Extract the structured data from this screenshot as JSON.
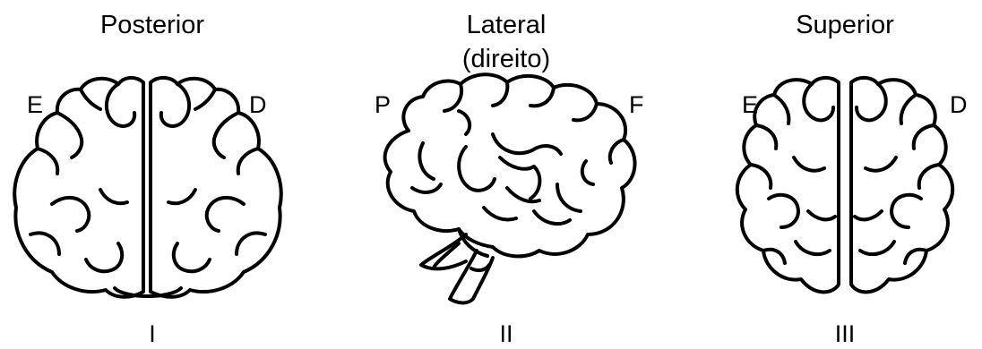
{
  "panels": [
    {
      "title": "Posterior",
      "roman": "I",
      "left": "E",
      "right": "D"
    },
    {
      "title": "Lateral",
      "subtitle": "(direito)",
      "roman": "II",
      "left": "P",
      "right": "F"
    },
    {
      "title": "Superior",
      "roman": "III",
      "left": "E",
      "right": "D"
    }
  ]
}
